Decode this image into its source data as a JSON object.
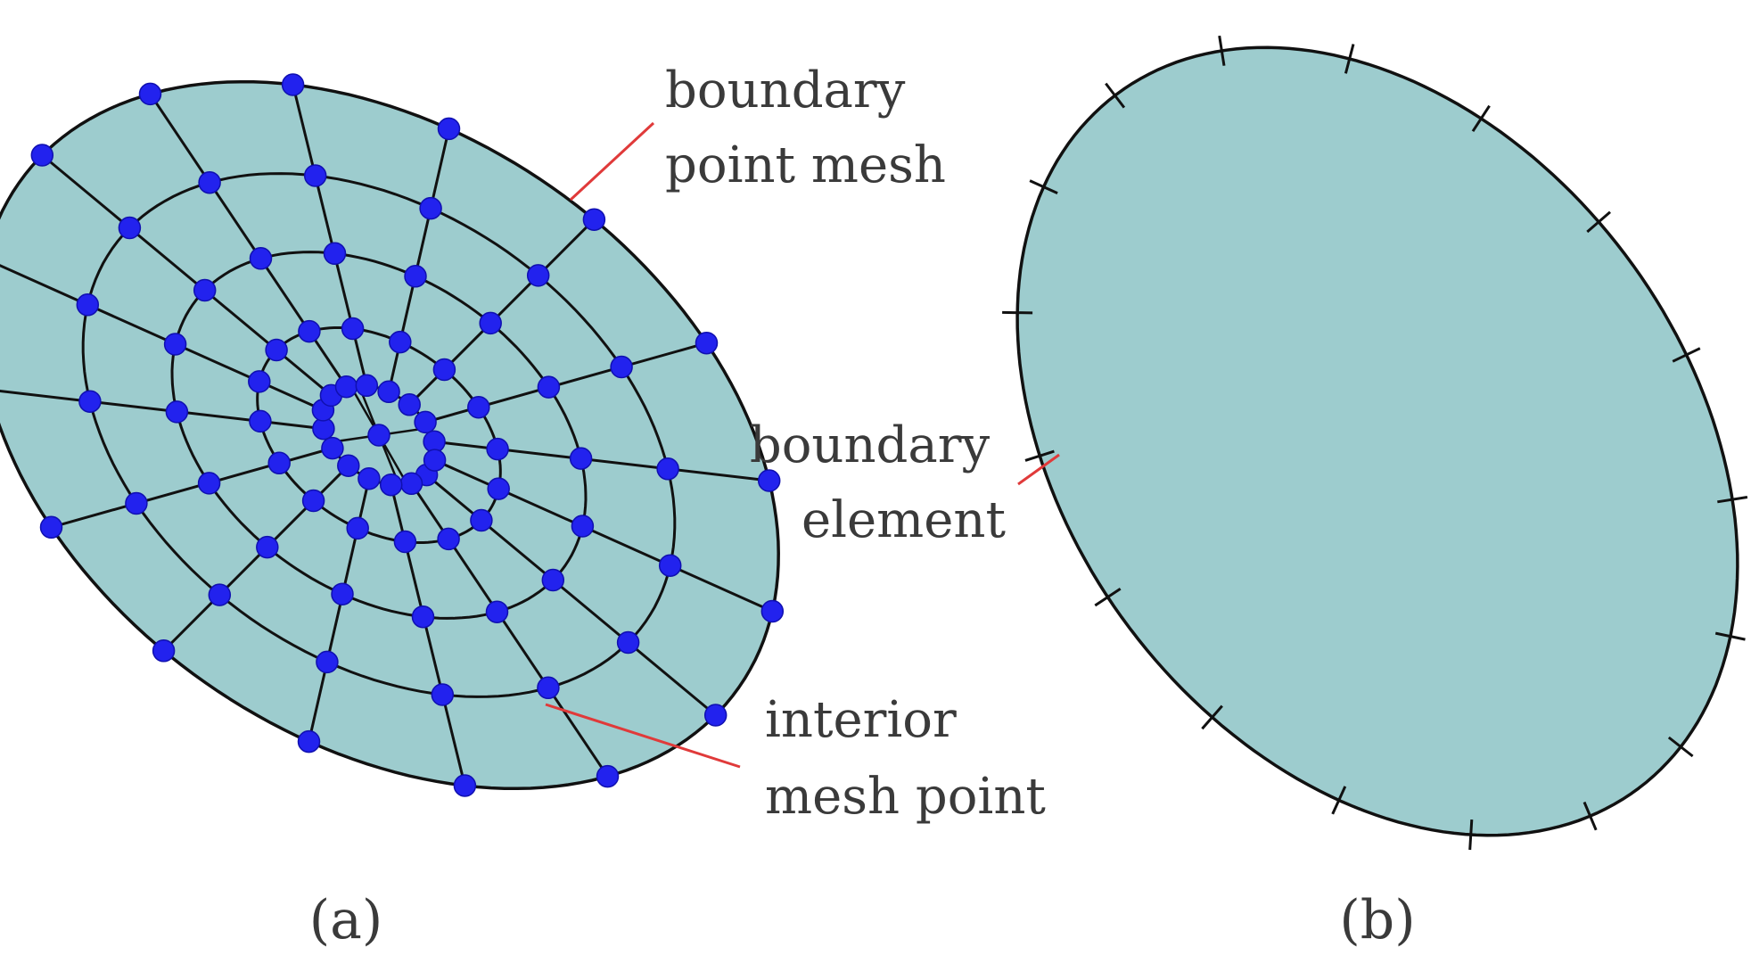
{
  "panel_a": {
    "caption": "(a)",
    "label_boundary_mesh": [
      "boundary",
      "point mesh"
    ],
    "label_interior_point": [
      "interior",
      "mesh point"
    ]
  },
  "panel_b": {
    "caption": "(b)",
    "label_boundary_element": [
      "boundary",
      "element"
    ]
  },
  "colors": {
    "fill": "#9dccce",
    "outline": "#111111",
    "node": "#2222ee",
    "leader": "#e03a3a",
    "text": "#3a3a3a"
  }
}
